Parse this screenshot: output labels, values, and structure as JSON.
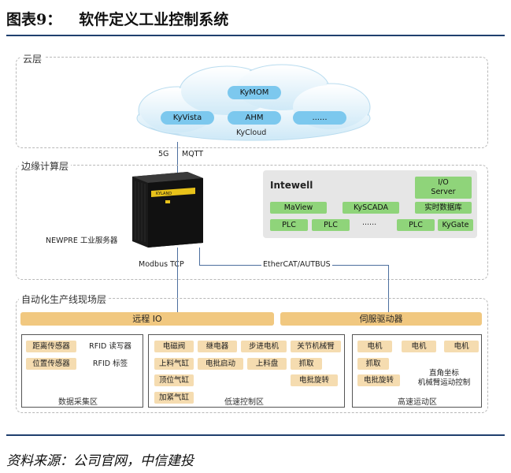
{
  "header": {
    "figure_no": "图表9：",
    "title": "软件定义工业控制系统"
  },
  "cloud_layer": {
    "label": "云层",
    "nodes": [
      "KyMOM",
      "KyVista",
      "AHM",
      "......"
    ],
    "cloud_name": "KyCloud"
  },
  "links": {
    "protocol_5g": "5G",
    "protocol_mqtt": "MQTT",
    "modbus": "Modbus TCP",
    "ethercat": "EtherCAT/AUTBUS"
  },
  "edge_layer": {
    "label": "边缘计算层",
    "server_label": "NEWPRE 工业服务器",
    "server_brand": "KYLAND",
    "intewell": {
      "title": "Intewell",
      "io_server": "I/O\nServer",
      "row1": [
        "MaView",
        "KySCADA",
        "实时数据库"
      ],
      "row2": [
        "PLC",
        "PLC",
        "......",
        "PLC",
        "KyGate"
      ]
    }
  },
  "field_layer": {
    "label": "自动化生产线现场层",
    "bar_left": "远程 IO",
    "bar_right": "伺服驱动器",
    "data_area": {
      "items": [
        "距离传感器",
        "RFID 读写器",
        "位置传感器",
        "RFID 标签"
      ],
      "caption": "数据采集区"
    },
    "low_speed": {
      "items": [
        "电磁阀",
        "继电器",
        "步进电机",
        "关节机械臂",
        "上料气缸",
        "电批启动",
        "上料盘",
        "抓取",
        "顶位气缸",
        "电批旋转",
        "加紧气缸"
      ],
      "caption": "低速控制区"
    },
    "high_speed": {
      "items": [
        "电机",
        "电机",
        "电机",
        "抓取",
        "电批旋转",
        "直角坐标\n机械臂运动控制"
      ],
      "caption": "高速运动区"
    }
  },
  "footer": {
    "source": "资料来源：公司官网，中信建投"
  }
}
